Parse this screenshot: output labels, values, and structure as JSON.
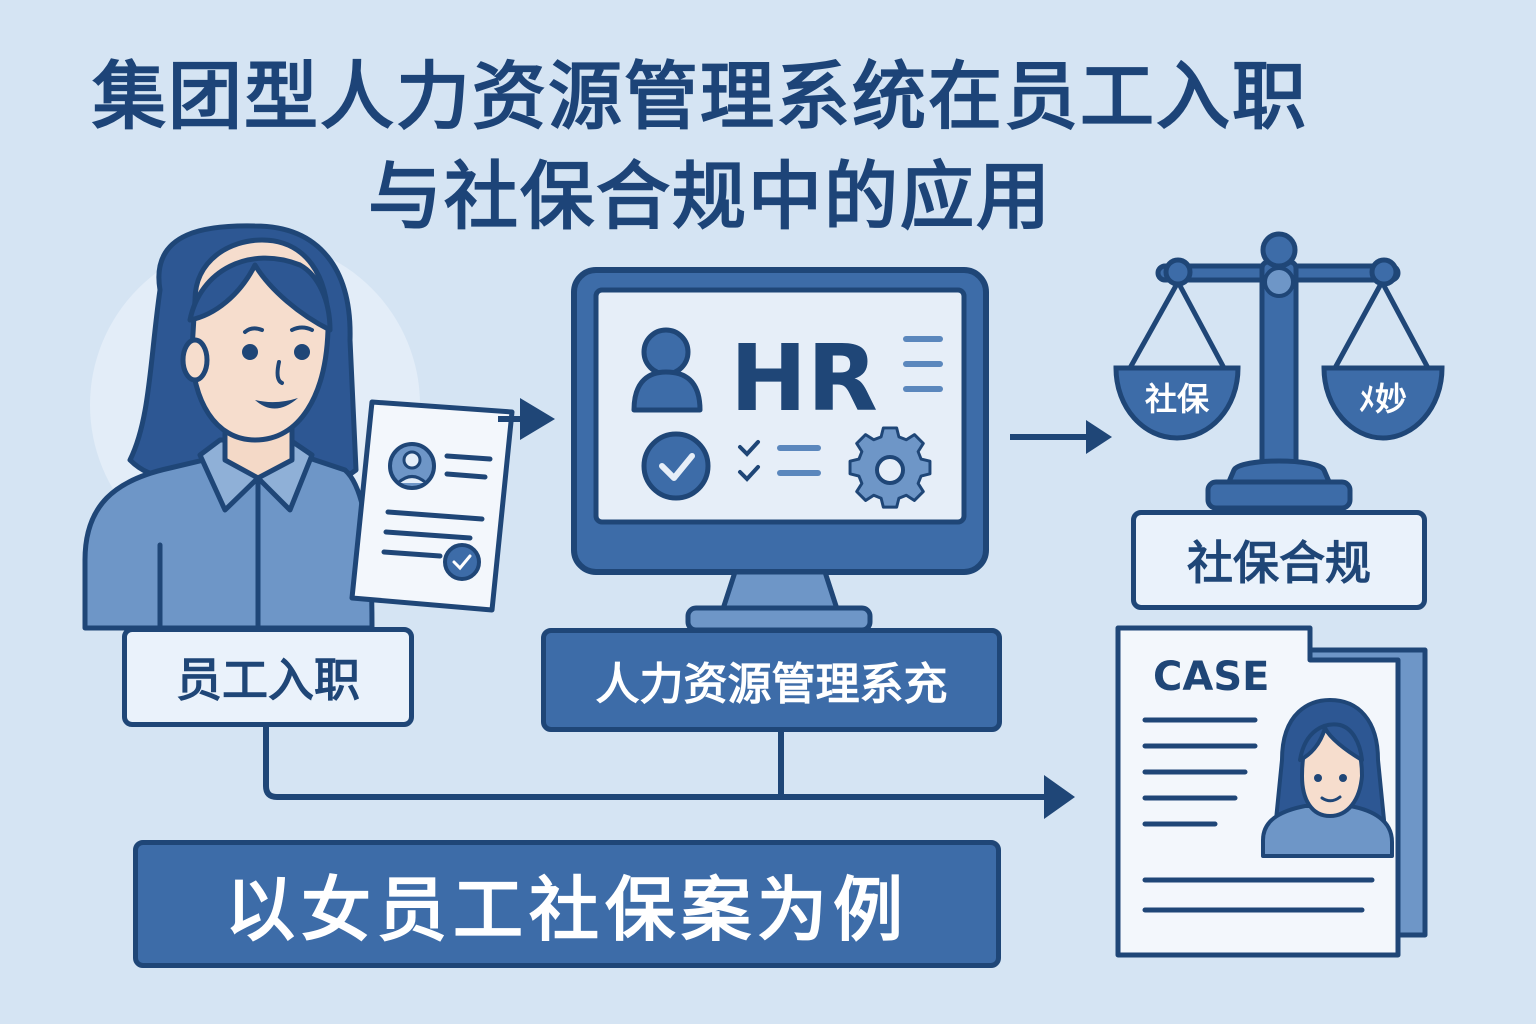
{
  "title": {
    "line1": "集团型人力资源管理系统在员工入职",
    "line2": "与社保合规中的应用"
  },
  "monitor": {
    "hr_text": "HR"
  },
  "scale": {
    "left_pan": "社保",
    "right_pan": "ﾒ妙"
  },
  "labels": {
    "onboarding": "员工入职",
    "hrms": "人力资源管理系充",
    "compliance": "社保合规"
  },
  "case_card": {
    "title": "CASE"
  },
  "banner": {
    "text": "以女员工社保案为例"
  },
  "colors": {
    "background": "#d5e4f3",
    "navy": "#1f4677",
    "accent_blue": "#3d6ca8",
    "light_fill": "#eaf2fb"
  },
  "icons": [
    "person-icon",
    "document-icon",
    "monitor-icon",
    "user-icon",
    "checkmark-icon",
    "checklist-icon",
    "gear-icon",
    "scale-icon",
    "case-file-icon",
    "arrow-icon"
  ]
}
